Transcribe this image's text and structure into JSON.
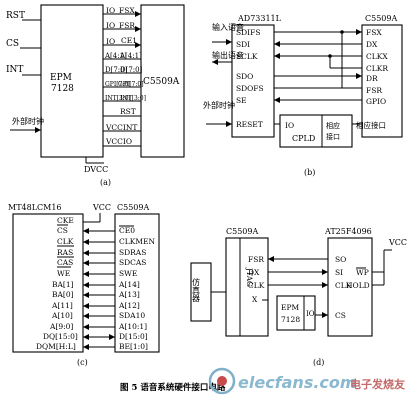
{
  "panel_a": {
    "ext_signals": [
      "RST",
      "CS",
      "INT"
    ],
    "ext_clock_label": "外部时钟",
    "cpld_name_1": "EPM",
    "cpld_name_2": "7128",
    "dsp_name": "C5509A",
    "io_label": "IO",
    "signals_dsp": [
      "FSX",
      "FSR",
      "CE1",
      "A[4:1]",
      "D[7:0]",
      "GPI[7:0]",
      "INT[3:0]",
      "RST"
    ],
    "signals_cpld": [
      "A[4:1]",
      "D[7:0]",
      "GPI[7:0]",
      "INT[3:0]"
    ],
    "power_labels": [
      "VCCINT",
      "VCCIO"
    ],
    "dvcc": "DVCC",
    "caption": "(a)"
  },
  "panel_b": {
    "codec_name": "AD73311L",
    "dsp_name": "C5509A",
    "left_labels": [
      "输入语音",
      "输出语音"
    ],
    "reset_source": "外部时钟",
    "codec_pins": [
      "SDIFS",
      "SDI",
      "SCLK",
      "SDO",
      "SDOFS",
      "SE",
      "RESET"
    ],
    "dsp_pins": [
      "FSX",
      "DX",
      "CLKX",
      "CLKR",
      "DR",
      "FSR",
      "GPIO"
    ],
    "cpld_io": "IO",
    "cpld_name": "CPLD",
    "cpld_port_1": "相应",
    "cpld_port_2": "接口",
    "dsp_port": "相应接口",
    "caption": "(b)"
  },
  "panel_c": {
    "sdram_name": "MT48LCM16",
    "dsp_name": "C5509A",
    "vcc": "VCC",
    "sdram_pins": [
      "CKE",
      "CS",
      "CLK",
      "RAS",
      "CAS",
      "WE",
      "BA[1]",
      "BA[0]",
      "A[11]",
      "A[10]",
      "A[9:0]",
      "DQ[15:0]",
      "DQM[H:L]"
    ],
    "dsp_pins": [
      "CE0",
      "CLKMEN",
      "SDRAS",
      "SDCAS",
      "SWE",
      "A[14]",
      "A[13]",
      "A[12]",
      "SDA10",
      "A[10:1]",
      "D[15:0]",
      "BE[1:0]"
    ],
    "caption": "(c)"
  },
  "panel_d": {
    "dsp_name": "C5509A",
    "flash_name": "AT25F4096",
    "emulator": "仿真器",
    "jtag": "JTAG",
    "dsp_pins": [
      "FSR",
      "DX",
      "CLK",
      "X"
    ],
    "flash_pins": [
      "SO",
      "SI",
      "CLK",
      "WP",
      "HOLD",
      "CS"
    ],
    "vcc": "VCC",
    "cpld_name_1": "EPM",
    "cpld_name_2": "7128",
    "cpld_io": "IO",
    "caption": "(d)"
  },
  "figure_caption": "图 5   语音系统硬件接口电路",
  "watermark": {
    "site": "elecfans.com",
    "cn": "电子发烧友"
  }
}
